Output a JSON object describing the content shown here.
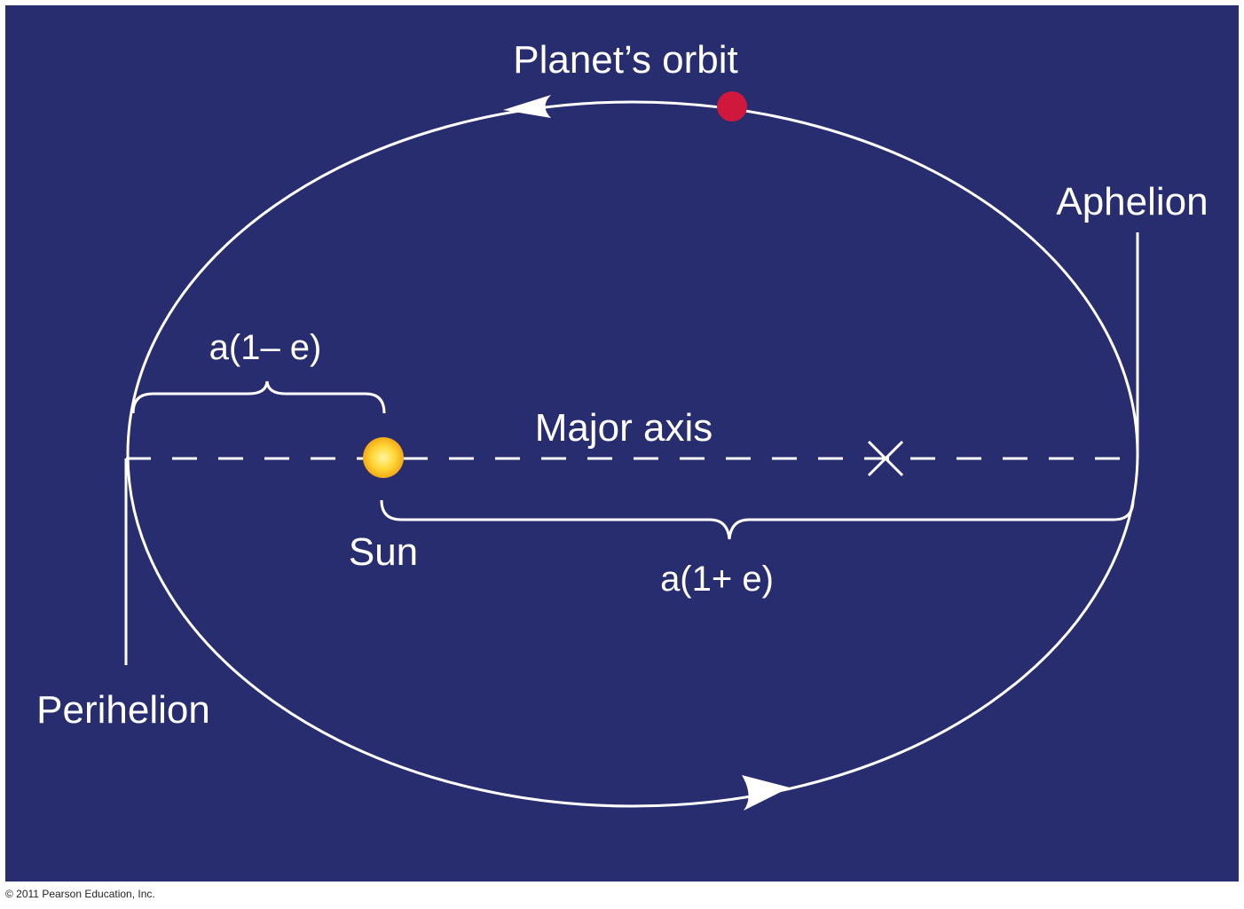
{
  "labels": {
    "planets_orbit": "Planet’s orbit",
    "aphelion": "Aphelion",
    "perihelion": "Perihelion",
    "major_axis": "Major axis",
    "sun": "Sun",
    "a_one_minus_e": "a(1– e)",
    "a_one_plus_e": "a(1+ e)"
  },
  "copyright": "© 2011 Pearson Education, Inc.",
  "colors": {
    "background": "#282d6f",
    "lines": "#ffffff",
    "planet": "#d0173c",
    "sun_core": "#ffe45a",
    "sun_edge": "#f3a915"
  },
  "icons": {
    "sun": "sun-icon",
    "planet": "planet-dot",
    "focus": "cross-icon",
    "arrow": "orbit-arrow"
  }
}
